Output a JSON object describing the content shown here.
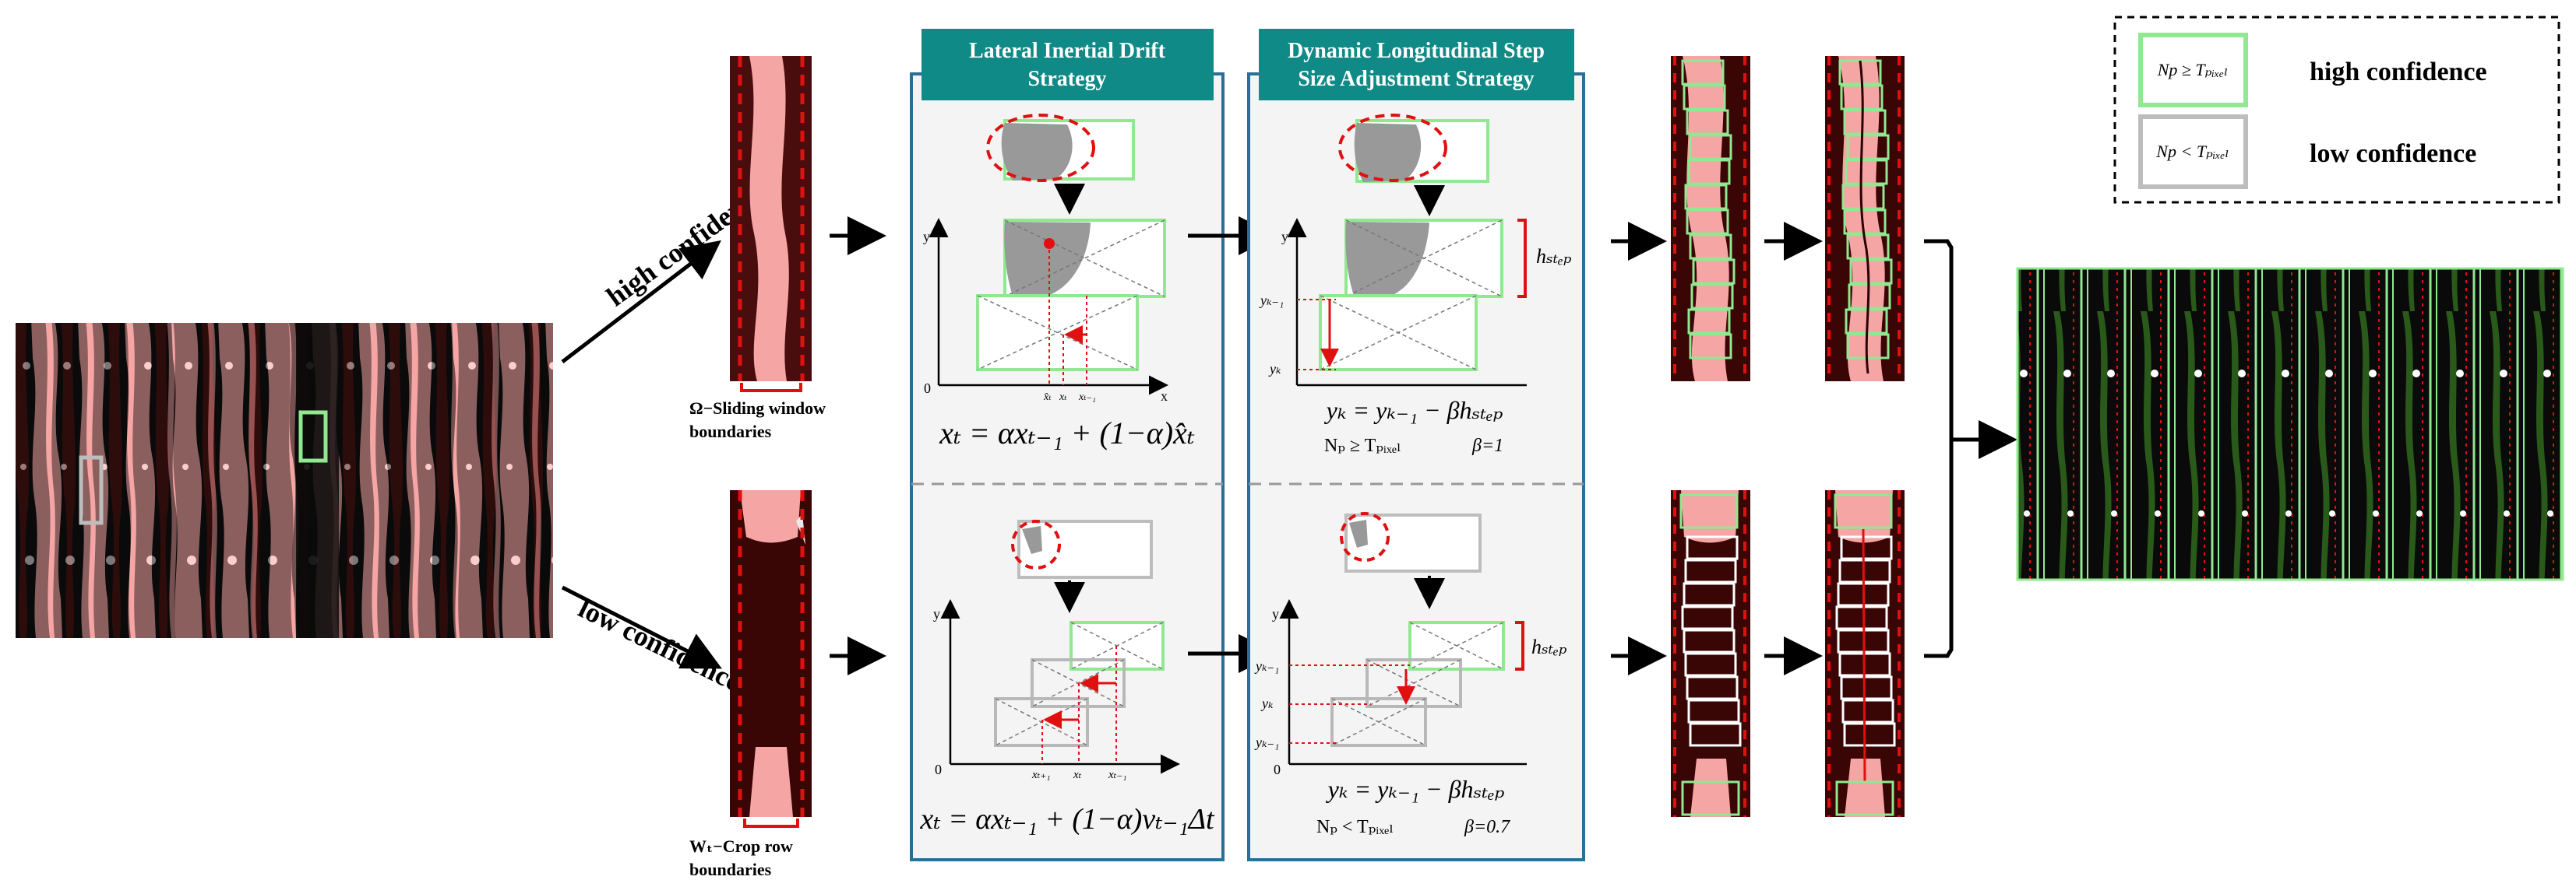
{
  "branches": {
    "high": "high confidence",
    "low": "low confidence"
  },
  "captions": {
    "sliding_window": [
      "Ω−Sliding window",
      "boundaries"
    ],
    "crop_row": [
      "Wₜ−Crop row",
      "boundaries"
    ]
  },
  "panel_lateral": {
    "title": [
      "Lateral Inertial Drift",
      "Strategy"
    ],
    "eq_high": "xₜ = αxₜ₋₁ + (1−α)x̂ₜ",
    "eq_low": "xₜ = αxₜ₋₁ + (1−α)vₜ₋₁Δt",
    "axis_y": "y",
    "axis_x": "x",
    "origin": "0",
    "ticks_high": [
      "x̂ₜ",
      "xₜ",
      "xₜ₋₁"
    ],
    "ticks_low": [
      "xₜ₊₁",
      "xₜ",
      "xₜ₋₁"
    ]
  },
  "panel_longitudinal": {
    "title": [
      "Dynamic Longitudinal Step",
      "Size Adjustment Strategy"
    ],
    "eq": "yₖ = yₖ₋₁ − βhₛₜₑₚ",
    "cond_high": "Nₚ ≥ Tₚᵢₓₑₗ",
    "beta_high": "β=1",
    "cond_low": "Nₚ < Tₚᵢₓₑₗ",
    "beta_low": "β=0.7",
    "h_step": "hₛₜₑₚ",
    "ticks_high": [
      "yₖ₋₁",
      "yₖ"
    ],
    "ticks_low": [
      "yₖ₋₁",
      "yₖ",
      "yₖ₋₁"
    ],
    "axis_y": "y",
    "origin": "0"
  },
  "legend": {
    "items": [
      {
        "condition": "Np ≥ Tₚᵢₓₑₗ",
        "label": "high confidence",
        "color": "#90e890"
      },
      {
        "condition": "Np < Tₚᵢₓₑₗ",
        "label": "low confidence",
        "color": "#bdbdbd"
      }
    ]
  },
  "colors": {
    "title_teal": "#0f8a86",
    "panel_border": "#2a6f97",
    "field_pink": "#f6a5a5",
    "field_dark": "#4a0d0d",
    "crop_black": "#0a0a0a",
    "box_green": "#90e890",
    "box_gray": "#b8b8b8",
    "red": "#e01010"
  }
}
